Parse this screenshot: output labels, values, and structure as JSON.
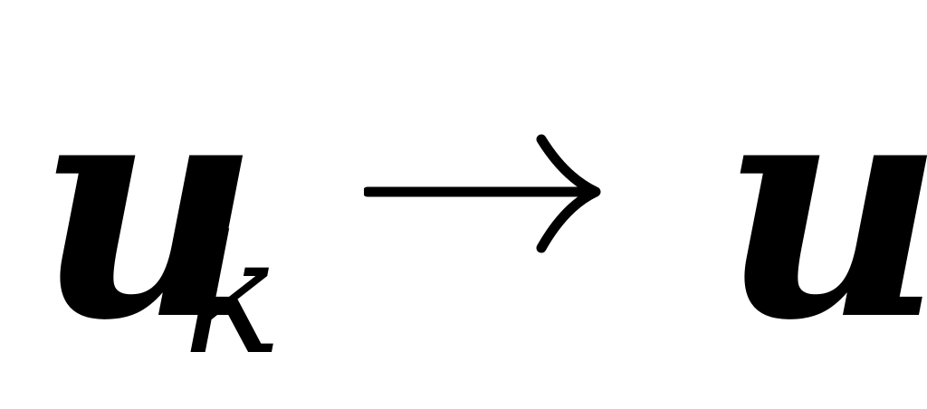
{
  "formula": {
    "base_left": "u",
    "subscript": "k",
    "arrow_symbol": "right-arrow-icon",
    "base_right": "u"
  }
}
